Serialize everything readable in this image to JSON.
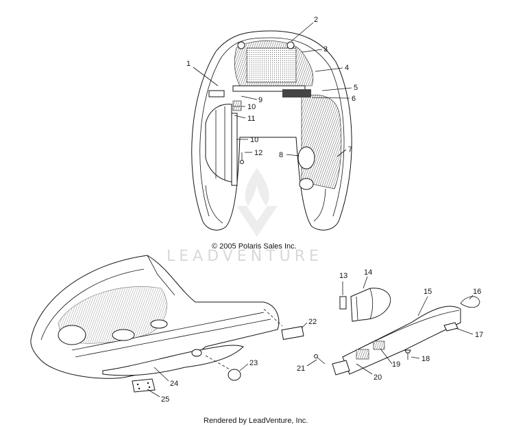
{
  "diagram": {
    "copyright": "© 2005 Polaris Sales Inc.",
    "watermark": "LEADVENTURE",
    "footer": "Rendered by LeadVenture, Inc.",
    "callouts": [
      "1",
      "2",
      "3",
      "4",
      "5",
      "6",
      "7",
      "8",
      "9",
      "10",
      "10",
      "11",
      "12",
      "13",
      "14",
      "15",
      "16",
      "17",
      "18",
      "19",
      "20",
      "21",
      "22",
      "23",
      "24",
      "25"
    ]
  }
}
